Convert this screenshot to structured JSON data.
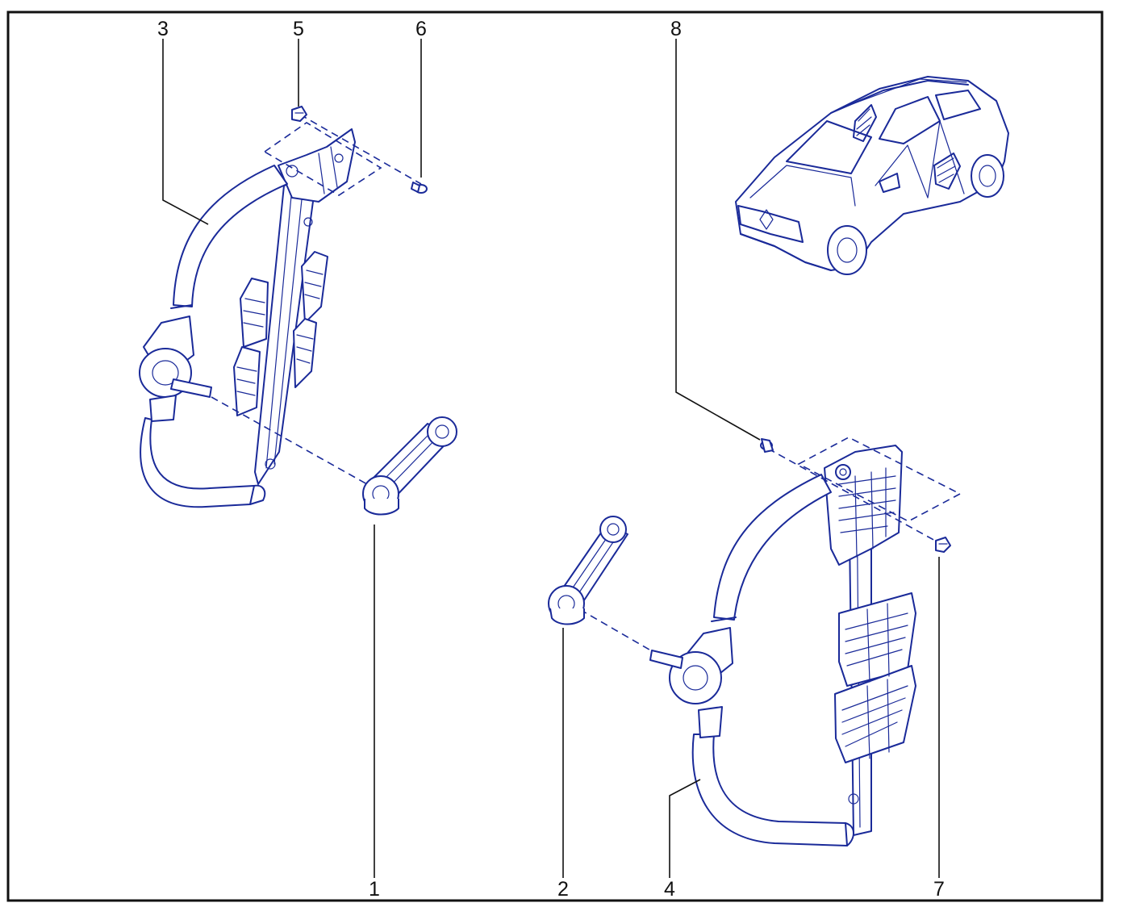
{
  "diagram": {
    "callouts": {
      "c1": "1",
      "c2": "2",
      "c3": "3",
      "c4": "4",
      "c5": "5",
      "c6": "6",
      "c7": "7",
      "c8": "8"
    },
    "colors": {
      "line": "#1a2a99",
      "frame": "#111111",
      "background": "#ffffff"
    }
  }
}
